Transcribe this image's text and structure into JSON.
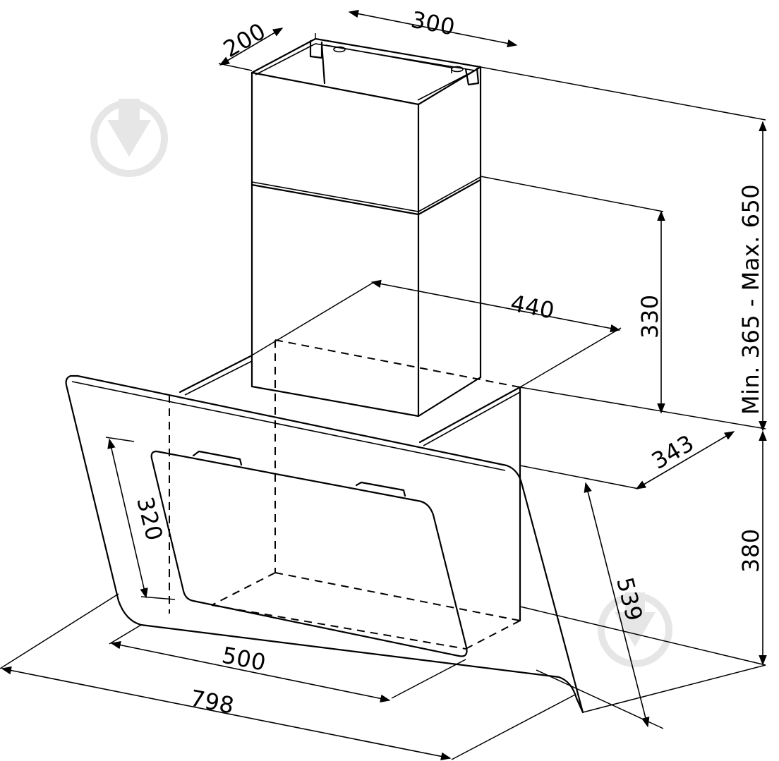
{
  "dimensions": {
    "chimney_width": "300",
    "chimney_depth": "200",
    "chimney_height_range": "Min. 365 - Max. 650",
    "upper_chimney_height": "330",
    "canopy_depth": "440",
    "hood_depth": "343",
    "hood_height": "380",
    "glass_height": "320",
    "slant_length": "539",
    "inner_width": "500",
    "total_width": "798"
  },
  "icons": {
    "watermark": "pin-drop-icon"
  },
  "colors": {
    "line": "#000000",
    "watermark": "#e6e6e6",
    "background": "#ffffff"
  }
}
